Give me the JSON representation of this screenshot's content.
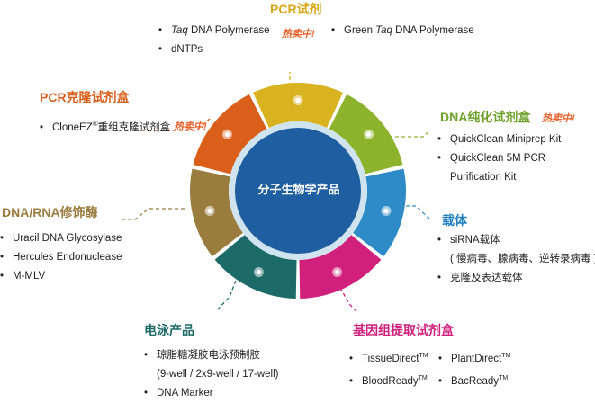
{
  "center": "分子生物学产品",
  "hot_label": "热卖中!",
  "categories": {
    "pcr": {
      "title": "PCR试剂",
      "color": "#d9b21f",
      "items": [
        {
          "italic": "Taq",
          "text": " DNA Polymerase"
        },
        {
          "text": "dNTPs"
        },
        {
          "prefix": "Green ",
          "italic": "Taq",
          "text": " DNA Polymerase"
        }
      ]
    },
    "cloning": {
      "title": "PCR克隆试剂盒",
      "color": "#d95f1a",
      "item_prefix": "CloneEZ",
      "item_sup": "®",
      "item_suffix": "重组克隆试剂盒"
    },
    "dna_purification": {
      "title": "DNA纯化试剂盒",
      "color": "#8db32d",
      "items": [
        "QuickClean Miniprep Kit",
        "QuickClean 5M PCR",
        "Purification Kit"
      ]
    },
    "enzyme": {
      "title": "DNA/RNA修饰酶",
      "color": "#9a7c3f",
      "items": [
        "Uracil DNA Glycosylase",
        "Hercules Endonuclease",
        "M-MLV"
      ]
    },
    "vector": {
      "title": "载体",
      "color": "#2e8bc7",
      "items": [
        "siRNA载体",
        "( 慢病毒、腺病毒、逆转录病毒 )",
        "克隆及表达载体"
      ]
    },
    "electrophoresis": {
      "title": "电泳产品",
      "color": "#1d6b68",
      "items": [
        "琼脂糖凝胶电泳预制胶",
        "(9-well / 2x9-well / 17-well)",
        "DNA Marker"
      ]
    },
    "genomic": {
      "title": "基因组提取试剂盒",
      "color": "#d11f7c",
      "items": [
        "TissueDirect",
        "BloodReady",
        "PlantDirect",
        "BacReady"
      ],
      "tm": "TM"
    }
  }
}
